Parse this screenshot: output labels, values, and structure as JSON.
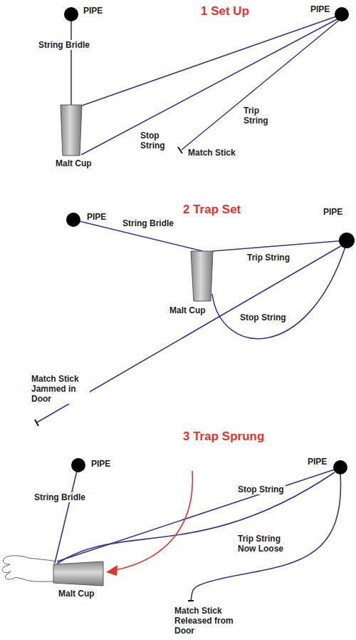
{
  "diagram": {
    "labels": [
      "1 Set Up",
      "PIPE",
      "PIPE",
      "String Bridle",
      "Trip String",
      "Stop String",
      "Malt Cup",
      "Match Stick",
      "2 Trap Set",
      "PIPE",
      "PIPE",
      "String Bridle",
      "Trip String",
      "Malt Cup",
      "Stop String",
      "Match Stick Jammed in Door",
      "3 Trap Sprung",
      "PIPE",
      "PIPE",
      "String Bridle",
      "Stop String",
      "Trip String Now Loose",
      "Malt Cup",
      "Match Stick Released from Door"
    ]
  }
}
